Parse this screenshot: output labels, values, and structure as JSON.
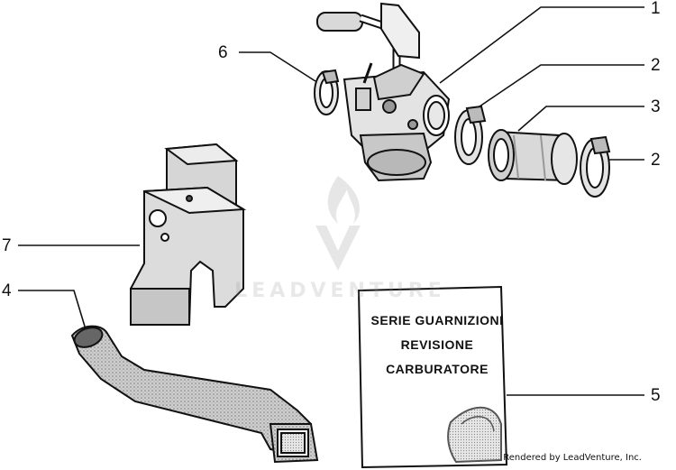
{
  "callouts": {
    "c1": "1",
    "c2a": "2",
    "c3": "3",
    "c2b": "2",
    "c6": "6",
    "c7": "7",
    "c4": "4",
    "c5": "5"
  },
  "gasket_kit": {
    "line1": "SERIE GUARNIZIONI",
    "line2": "REVISIONE",
    "line3": "CARBURATORE"
  },
  "watermark": "LEADVENTURE",
  "credit": "Rendered by LeadVenture, Inc."
}
